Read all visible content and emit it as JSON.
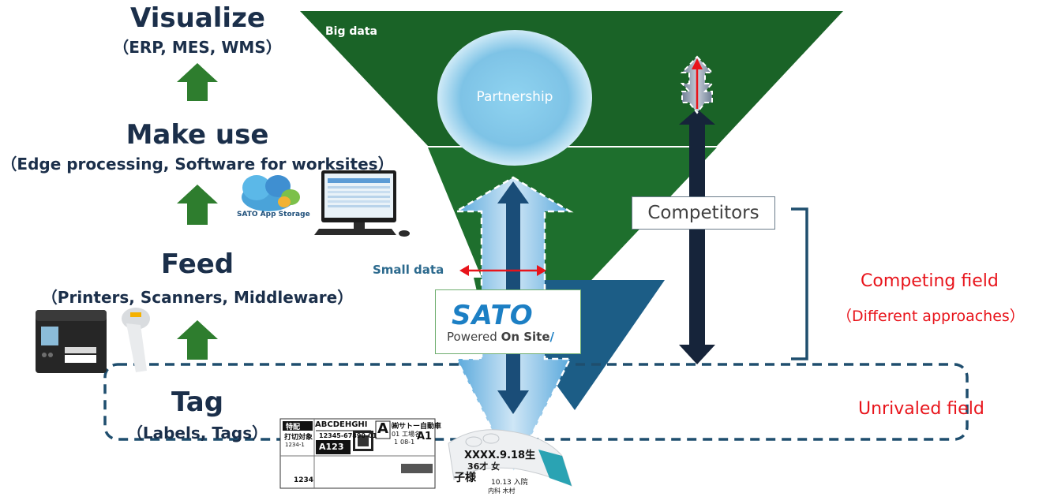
{
  "levels": {
    "visualize": {
      "title": "Visualize",
      "subtitle": "（ERP, MES, WMS）"
    },
    "make_use": {
      "title": "Make use",
      "subtitle": "（Edge processing, Software for worksites）"
    },
    "feed": {
      "title": "Feed",
      "subtitle": "（Printers, Scanners, Middleware）"
    },
    "tag": {
      "title": "Tag",
      "subtitle": "（Labels, Tags）"
    }
  },
  "pyramid": {
    "big_data": "Big data",
    "small_data": "Small data",
    "partnership": "Partnership"
  },
  "competitors": "Competitors",
  "fields": {
    "competing": "Competing field",
    "competing_sub": "（Different approaches）",
    "unrivaled": "Unrivaled field"
  },
  "sato": {
    "logo": "SATO",
    "powered": "Powered",
    "on_site": "On Site",
    "slash": "/"
  },
  "app_storage": "SATO App Storage",
  "label_sample": {
    "special": "特配",
    "target": "打切対象",
    "code1": "1234-1",
    "abc": "ABCDEHGHI",
    "barcode_num": "12345-67890-01",
    "a123": "A123",
    "company": "㈱サトー自動車",
    "big_a": "A",
    "factory": "工場名",
    "a1": "A1",
    "n01": "01",
    "n1": "1",
    "n08": "08-1",
    "num1234": "1234"
  },
  "wristband": {
    "line1": "XXXX.9.18生",
    "line2": "36才 女",
    "line3": "子様",
    "line4": "10.13 入院",
    "line5": "内科 木村"
  },
  "colors": {
    "dark_green": "#1a6327",
    "mid_green": "#217a30",
    "teal_blue": "#1c5d86",
    "navy": "#16243a",
    "arrow_green": "#2e7d2e",
    "red": "#e8141b",
    "dashed_border": "#1f4e6e"
  }
}
